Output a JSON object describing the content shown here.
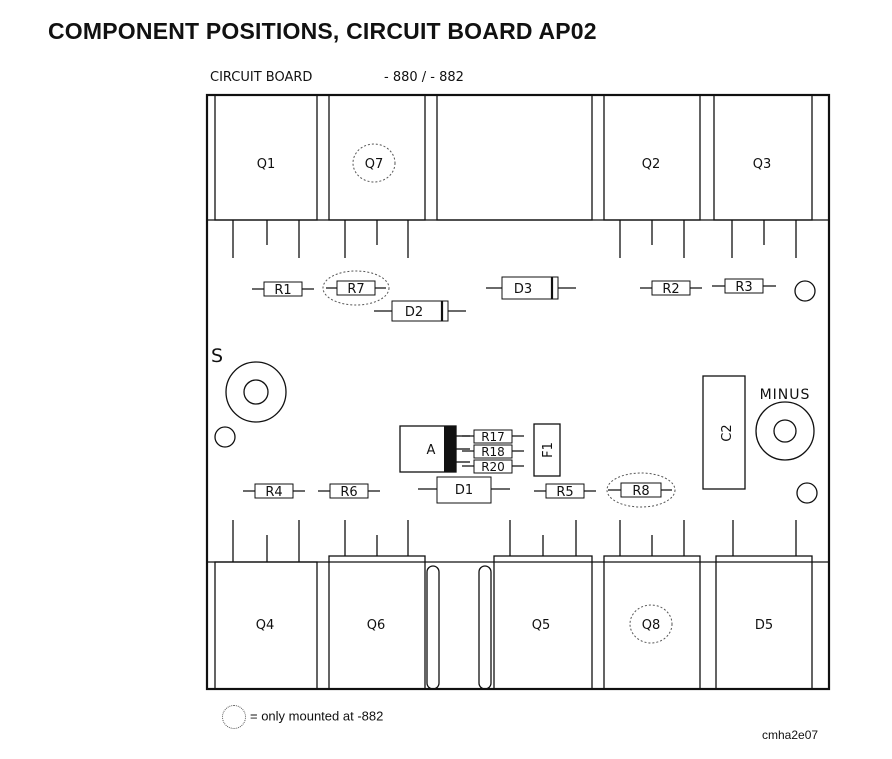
{
  "title": "COMPONENT POSITIONS, CIRCUIT BOARD AP02",
  "board_label": "CIRCUIT BOARD",
  "variant_label": "- 880 / - 882",
  "legend": "= only mounted at -882",
  "ref_code": "cmha2e07",
  "transistors": {
    "q1": "Q1",
    "q7": "Q7",
    "q2": "Q2",
    "q3": "Q3",
    "q4": "Q4",
    "q6": "Q6",
    "q5": "Q5",
    "q8": "Q8",
    "d5": "D5"
  },
  "resistors": {
    "r1": "R1",
    "r7": "R7",
    "r2": "R2",
    "r3": "R3",
    "r4": "R4",
    "r6": "R6",
    "r5": "R5",
    "r8": "R8",
    "r17": "R17",
    "r18": "R18",
    "r20": "R20"
  },
  "diodes": {
    "d2": "D2",
    "d3": "D3",
    "d1": "D1"
  },
  "other": {
    "a": "A",
    "f1": "F1",
    "c2": "C2",
    "s": "S",
    "minus": "MINUS"
  }
}
